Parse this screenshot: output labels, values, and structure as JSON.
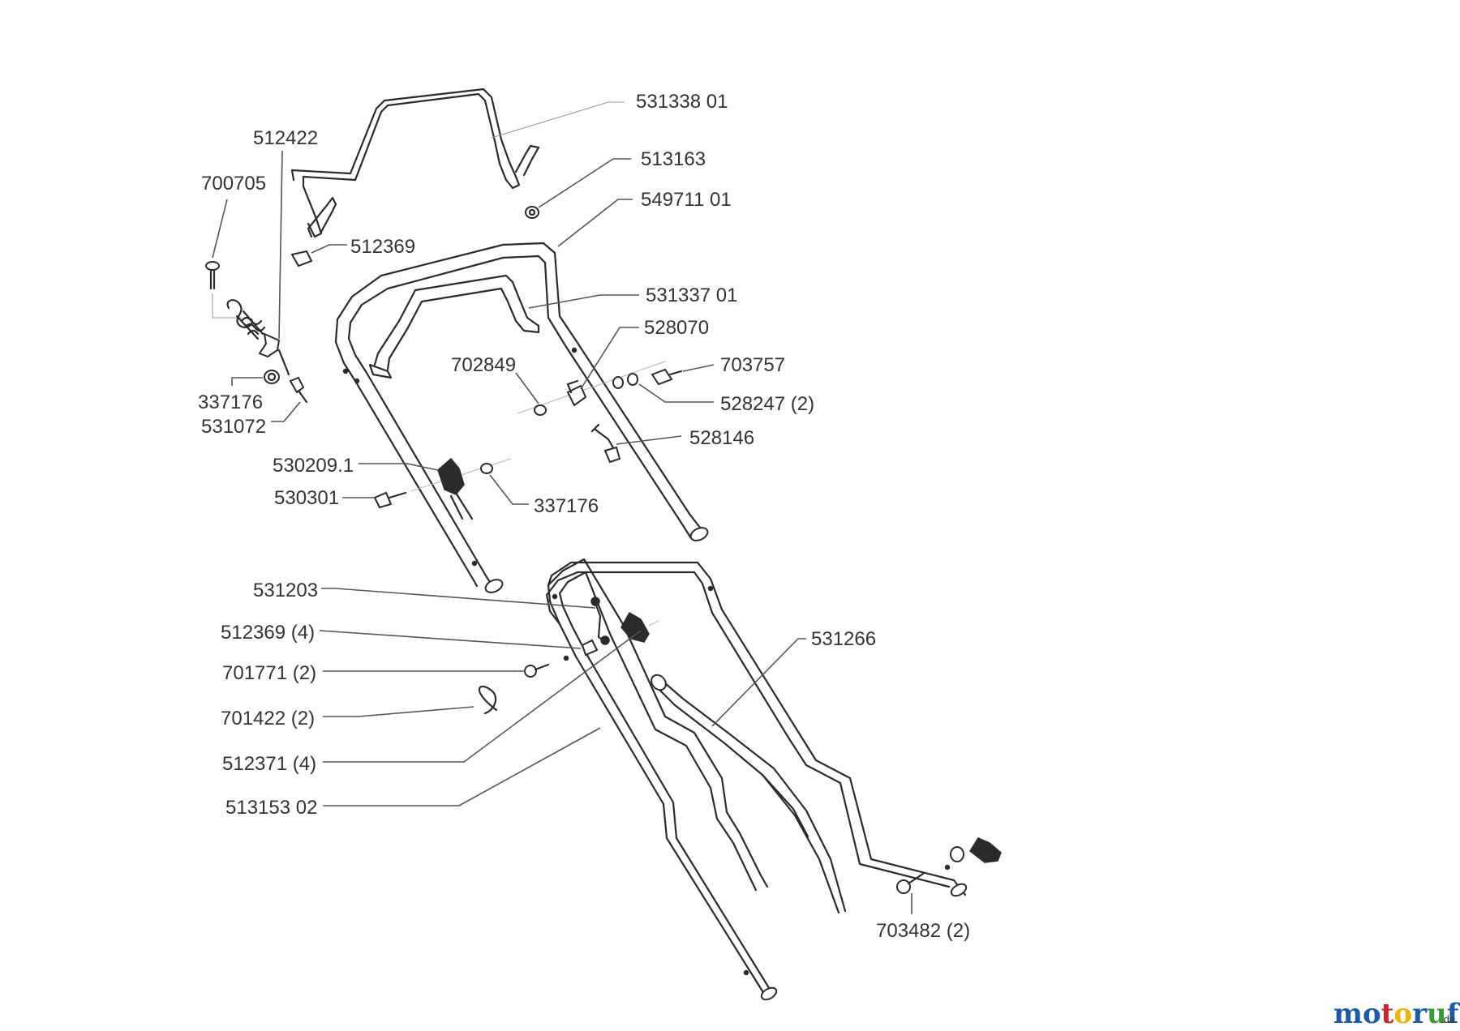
{
  "labels": {
    "p531338": "531338 01",
    "p513163": "513163",
    "p549711": "549711 01",
    "p512422": "512422",
    "p700705": "700705",
    "p512369": "512369",
    "p531337": "531337 01",
    "p528070": "528070",
    "p702849": "702849",
    "p703757": "703757",
    "p528247": "528247 (2)",
    "p337176a": "337176",
    "p531072": "531072",
    "p528146": "528146",
    "p530209": "530209.1",
    "p530301": "530301",
    "p337176b": "337176",
    "p531203": "531203",
    "p512369x4": "512369 (4)",
    "p701771": "701771 (2)",
    "p701422": "701422 (2)",
    "p512371": "512371 (4)",
    "p513153": "513153 02",
    "p531266": "531266",
    "p703482": "703482 (2)"
  },
  "watermark": {
    "m1": "m",
    "o1": "o",
    "t": "t",
    "o2": "o",
    "r": "r",
    "u": "u",
    "f": "f",
    "tld": ".de"
  },
  "colors": {
    "line": "#2b2b2b",
    "text": "#333333",
    "wm_blue": "#1a5aa8",
    "wm_red": "#c8262a",
    "wm_yellow": "#f0b400",
    "wm_green": "#3a9a3a"
  }
}
